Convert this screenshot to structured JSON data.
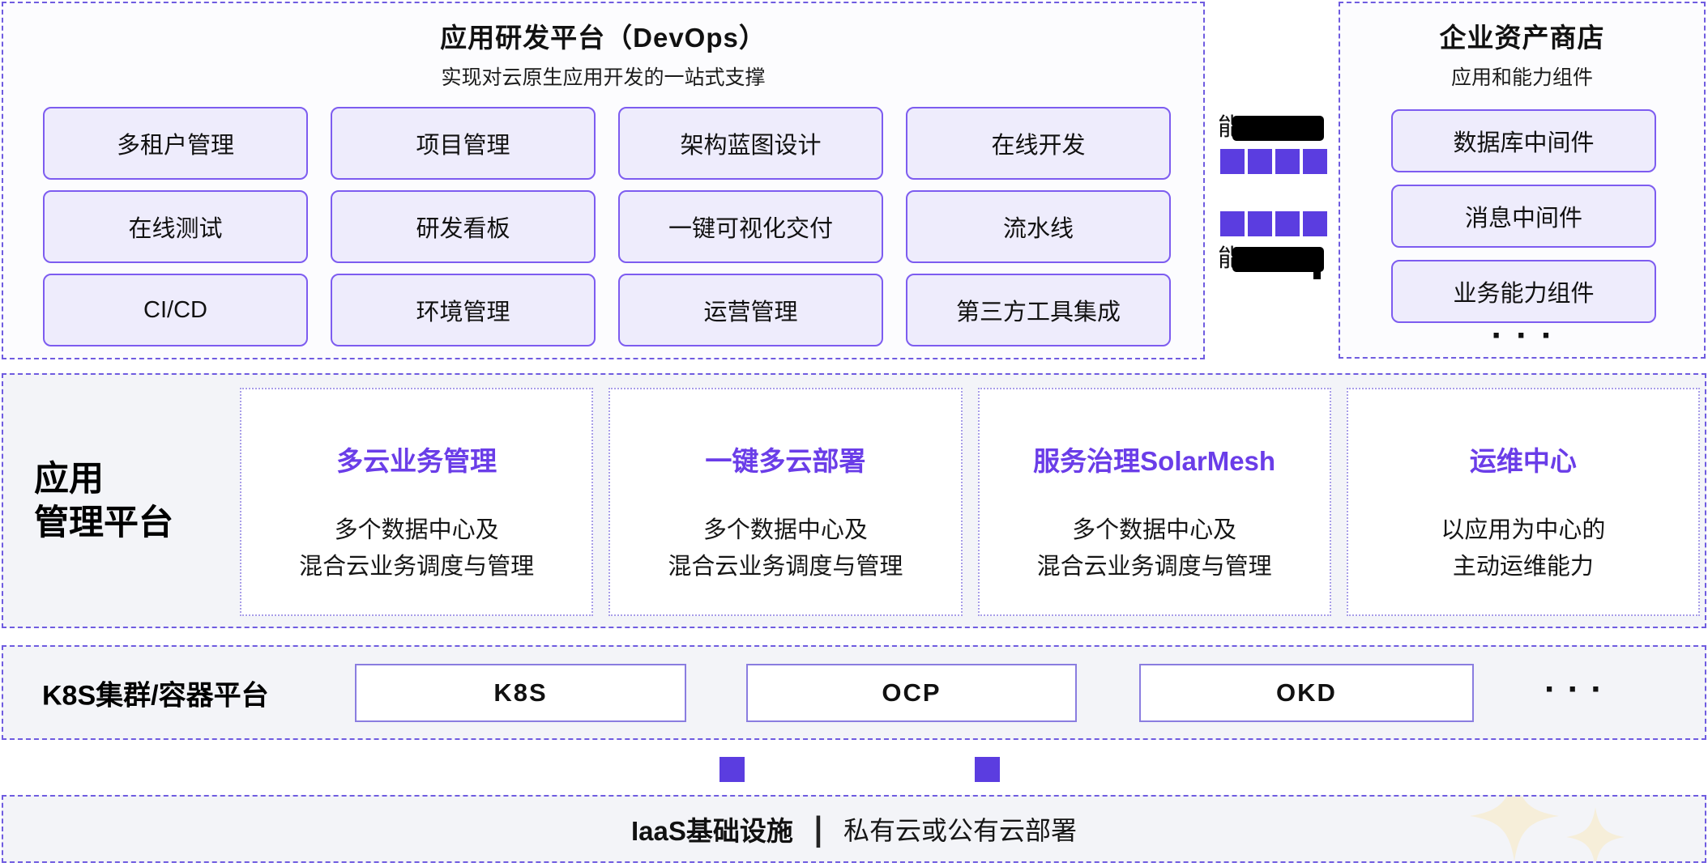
{
  "devops": {
    "title": "应用研发平台（DevOps）",
    "subtitle": "实现对云原生应用开发的一站式支撑",
    "items": [
      "多租户管理",
      "项目管理",
      "架构蓝图设计",
      "在线开发",
      "在线测试",
      "研发看板",
      "一键可视化交付",
      "流水线",
      "CI/CD",
      "环境管理",
      "运营管理",
      "第三方工具集成"
    ]
  },
  "connector": {
    "top_label": "能",
    "bottom_label": "能"
  },
  "asset_store": {
    "title": "企业资产商店",
    "subtitle": "应用和能力组件",
    "items": [
      "数据库中间件",
      "消息中间件",
      "业务能力组件"
    ],
    "more": "···"
  },
  "app_mgmt": {
    "label_line1": "应用",
    "label_line2": "管理平台",
    "cards": [
      {
        "title": "多云业务管理",
        "desc_line1": "多个数据中心及",
        "desc_line2": "混合云业务调度与管理"
      },
      {
        "title": "一键多云部署",
        "desc_line1": "多个数据中心及",
        "desc_line2": "混合云业务调度与管理"
      },
      {
        "title": "服务治理SolarMesh",
        "desc_line1": "多个数据中心及",
        "desc_line2": "混合云业务调度与管理"
      },
      {
        "title": "运维中心",
        "desc_line1": "以应用为中心的",
        "desc_line2": "主动运维能力"
      }
    ]
  },
  "k8s": {
    "label": "K8S集群/容器平台",
    "items": [
      "K8S",
      "OCP",
      "OKD"
    ],
    "more": "···"
  },
  "iaas": {
    "title": "IaaS基础设施",
    "separator": "|",
    "subtitle": "私有云或公有云部署"
  },
  "colors": {
    "accent_square": "#5b3de0",
    "dashed_border": "#6f5ce0",
    "pill_border": "#7d5cf0",
    "pill_fill": "#eeecfc",
    "card_title": "#6a3de8",
    "band_background": "#f3f4f8",
    "sparkle": "#f6eed9"
  }
}
